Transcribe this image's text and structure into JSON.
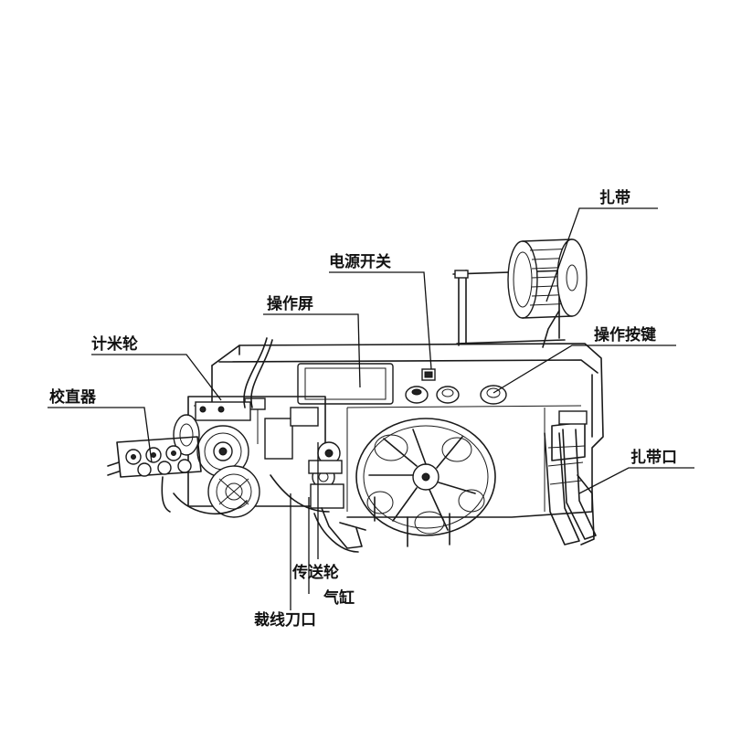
{
  "labels": {
    "zhadai": "扎带",
    "dianyuan_kaiguan": "电源开关",
    "caozuo_ping": "操作屏",
    "caozuo_anjian": "操作按键",
    "jimi_lun": "计米轮",
    "jiaozhi_qi": "校直器",
    "zhadai_kou": "扎带口",
    "chuansong_lun": "传送轮",
    "qigang": "气缸",
    "caixian_daokou": "裁线刀口"
  }
}
